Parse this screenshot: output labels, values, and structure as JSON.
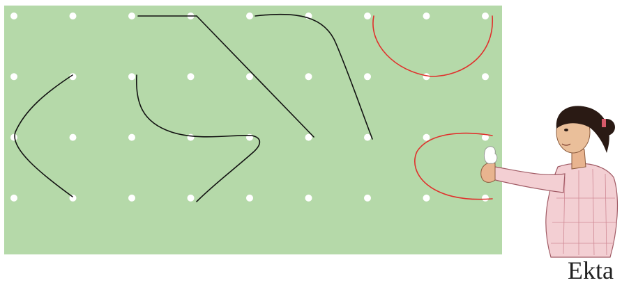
{
  "board": {
    "background": "#b5d9a9",
    "dot_color": "#ffffff",
    "grid": {
      "rows": 4,
      "columns": 9
    },
    "curve_colors": {
      "black": "#111111",
      "red": "#e0302c"
    }
  },
  "figure": {
    "subject": "girl-pointing-at-board"
  },
  "caption": {
    "text": "Ekta"
  }
}
